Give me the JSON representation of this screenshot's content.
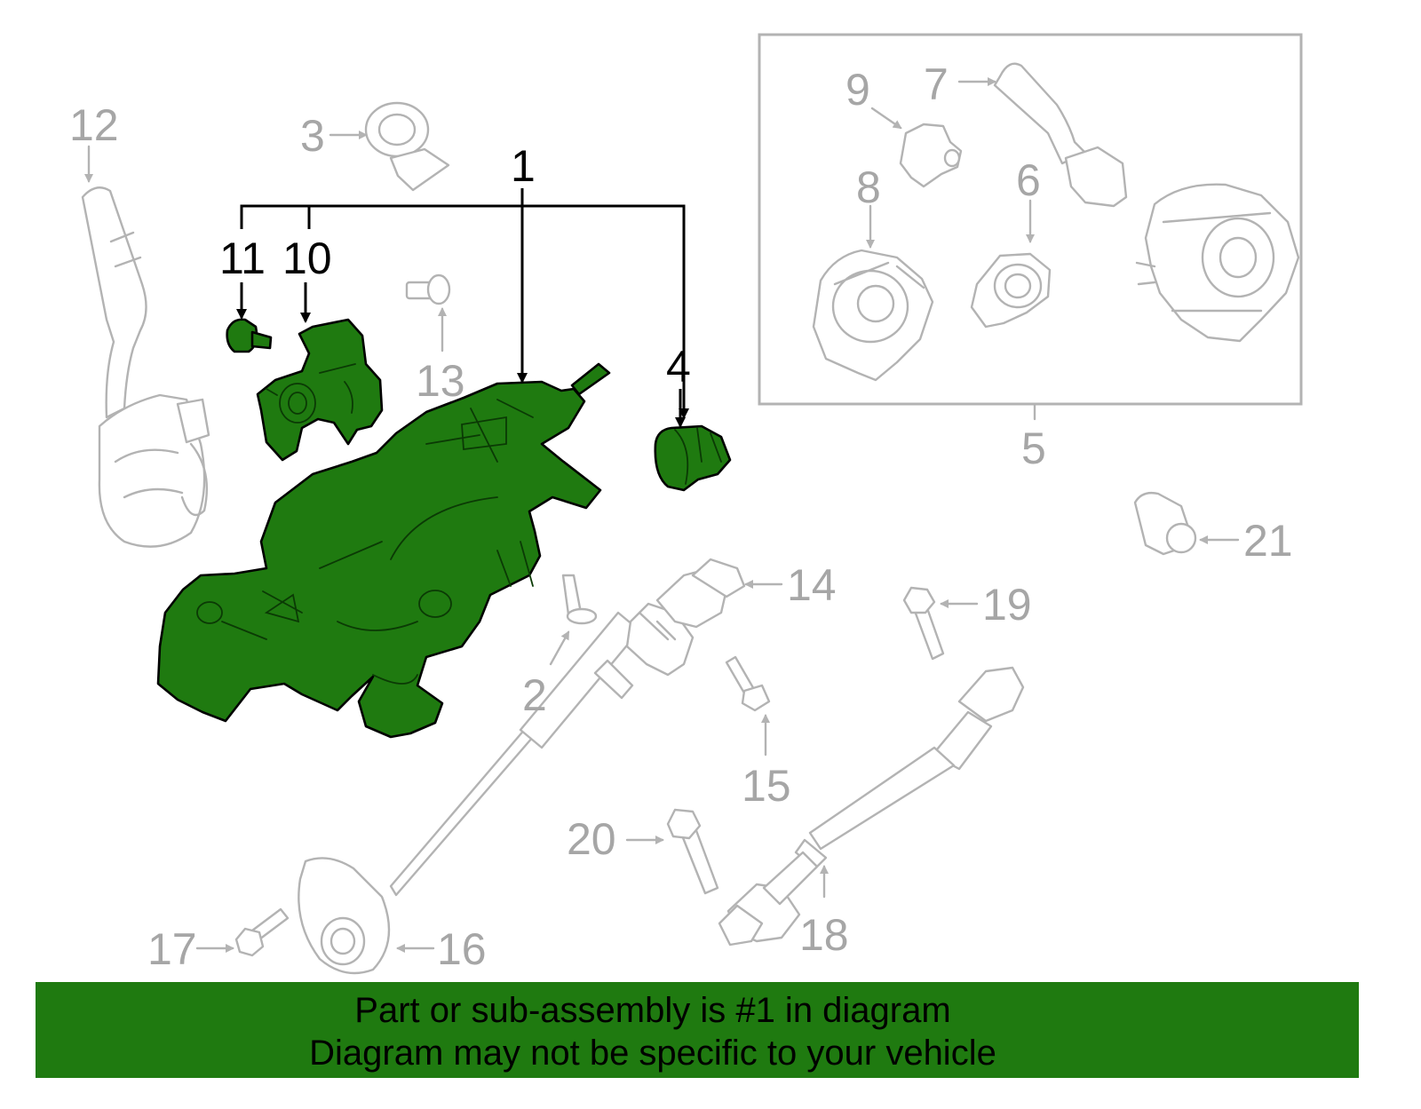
{
  "diagram": {
    "highlight_color": "#1f7a10",
    "callouts": {
      "c1": "1",
      "c2": "2",
      "c3": "3",
      "c4": "4",
      "c5": "5",
      "c6": "6",
      "c7": "7",
      "c8": "8",
      "c9": "9",
      "c10": "10",
      "c11": "11",
      "c12": "12",
      "c13": "13",
      "c14": "14",
      "c15": "15",
      "c16": "16",
      "c17": "17",
      "c18": "18",
      "c19": "19",
      "c20": "20",
      "c21": "21"
    }
  },
  "footer": {
    "line1": "Part or sub-assembly is #1 in diagram",
    "line2": "Diagram may not be specific to your vehicle",
    "background": "#1f7a10"
  }
}
